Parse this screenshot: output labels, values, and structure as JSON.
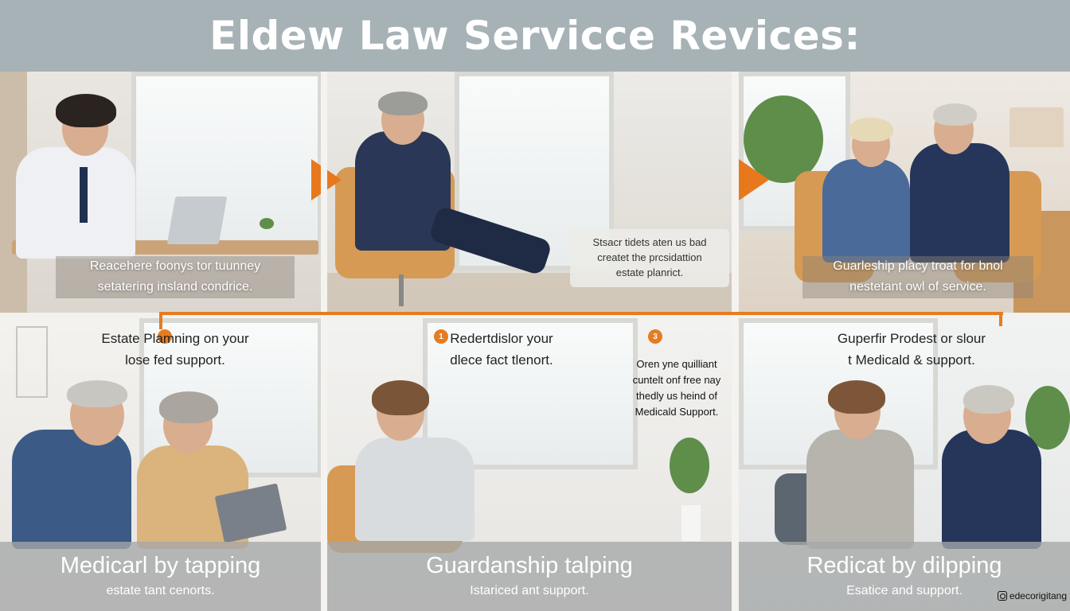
{
  "header": {
    "title": "Eldew Law Servicce Revices:"
  },
  "top_panels": [
    {
      "caption_line1": "Reacehere foonys tor tuunney",
      "caption_line2": "setatering insland condrice."
    },
    {
      "note_line1": "Stsacr tidets aten us bad",
      "note_line2": "createt the prcsidattion",
      "note_line3": "estate planrict."
    },
    {
      "caption_line1": "Guarleship placy troat for bnol",
      "caption_line2": "nestetant owl of service."
    }
  ],
  "timeline": {
    "markers": [
      "",
      "1",
      "3"
    ],
    "color": "#e57c22"
  },
  "mid_blocks": [
    {
      "line1": "Estate Plamning on your",
      "line2": "lose fed support."
    },
    {
      "line1": "Redertdislor your",
      "line2": "dlece fact tlenort."
    },
    {
      "line1": "Oren yne quilliant",
      "line2": "cuntelt onf free nay",
      "line3": "thedly us heind of",
      "line4": "Medicald Support."
    },
    {
      "line1": "Guperfir Prodest or slour",
      "line2": "t Medicald & support."
    }
  ],
  "bottom_bars": [
    {
      "title": "Medicarl by tapping",
      "subtitle": "estate tant cenorts."
    },
    {
      "title": "Guardanship talping",
      "subtitle": "Istariced ant support."
    },
    {
      "title": "Redicat by dilpping",
      "subtitle": "Esatice and support."
    }
  ],
  "watermark": {
    "text": "edecorigitang"
  },
  "colors": {
    "accent": "#e57c22",
    "header_bg": "#a7b2b6"
  }
}
